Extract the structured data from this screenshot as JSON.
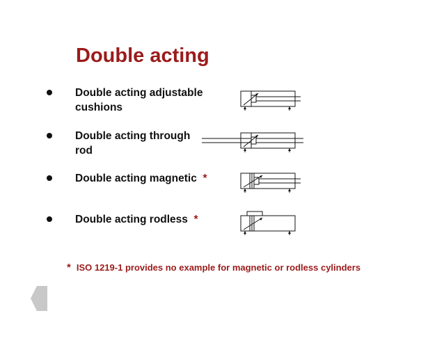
{
  "title": "Double acting",
  "items": [
    {
      "line1": "Double acting adjustable",
      "line2": "cushions",
      "star": ""
    },
    {
      "line1": "Double acting through",
      "line2": "rod",
      "star": ""
    },
    {
      "line1": "Double acting magnetic",
      "line2": "",
      "star": "*"
    },
    {
      "line1": "Double acting rodless",
      "line2": "",
      "star": "*"
    }
  ],
  "note": {
    "marker": "*",
    "text": "ISO 1219-1 provides no example for magnetic or rodless cylinders"
  },
  "icons": [
    "cylinder-adjustable-cushions-icon",
    "cylinder-through-rod-icon",
    "cylinder-magnetic-icon",
    "cylinder-rodless-icon",
    "previous-arrow-icon"
  ],
  "colors": {
    "title": "#9b1b1b",
    "text": "#111111",
    "nav": "#c8c8c8"
  }
}
